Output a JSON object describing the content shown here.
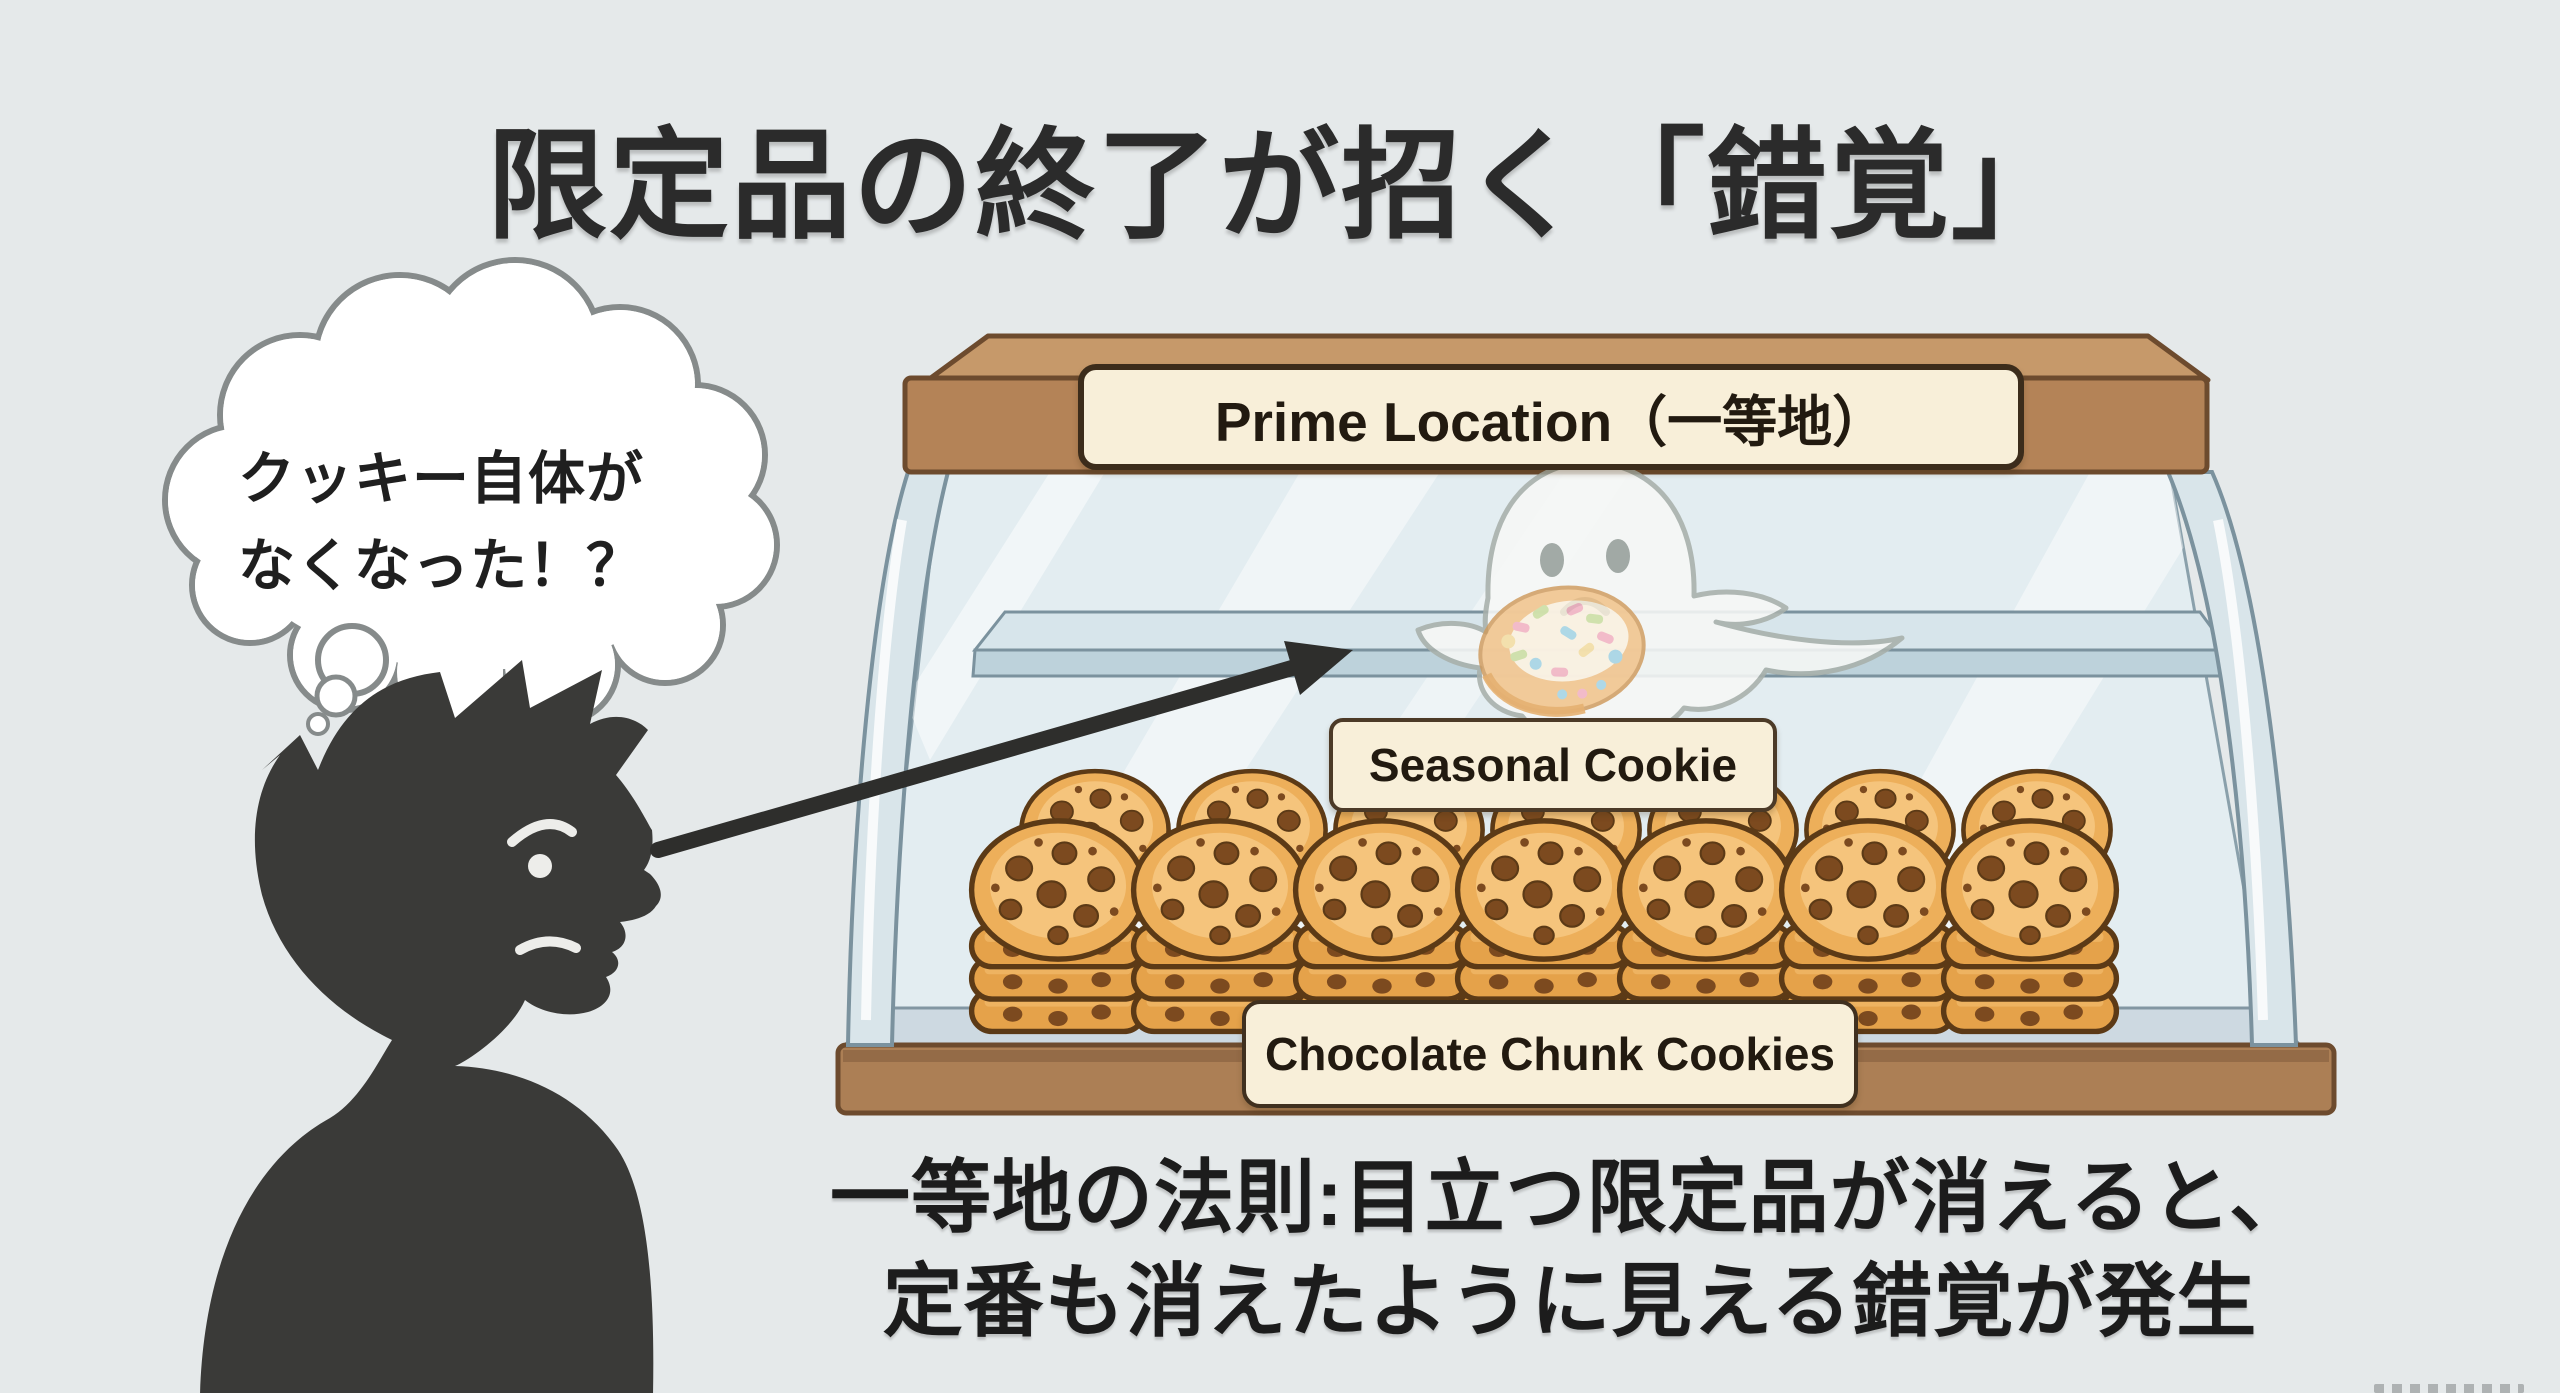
{
  "title": "限定品の終了が招く「錯覚」",
  "thought_bubble": {
    "line1": "クッキー自体が",
    "line2": "なくなった！？"
  },
  "display_case": {
    "top_sign": "Prime Location（一等地）",
    "top_shelf_label": "Seasonal Cookie",
    "bottom_shelf_label": "Chocolate Chunk Cookies",
    "back_row_stacks": 7,
    "front_row_stacks": 7
  },
  "caption": {
    "line1": "一等地の法則:目立つ限定品が消えると、",
    "line2": "定番も消えたように見える錯覚が発生"
  },
  "icons": {
    "ghost": "ghost-icon",
    "seasonal_cookie": "seasonal-cookie-icon",
    "cookie_stack": "cookie-stack-icon",
    "arrow": "arrow-icon",
    "thought_bubble": "thought-bubble"
  },
  "colors": {
    "background": "#e5e9ea",
    "title_text": "#2b2b2b",
    "wood_face": "#b48357",
    "wood_top": "#c6996a",
    "wood_outline": "#6d4b2e",
    "wood_base": "#ac7f55",
    "sign_bg": "#f8efd9",
    "sign_border": "#3c2c1b",
    "glass_fill": "#e3edf1",
    "glass_line": "#7b929e",
    "shelf_fill": "#d7e5eb",
    "cookie_body": "#eab160",
    "cookie_chip": "#7c4a1f",
    "cookie_outline": "#5c3a16",
    "ghost_fill": "#f7f8f6",
    "ghost_outline": "#a8b0ab",
    "silhouette": "#3a3a38",
    "arrow": "#2e2e2c",
    "caption_text": "#1c1c1c"
  }
}
